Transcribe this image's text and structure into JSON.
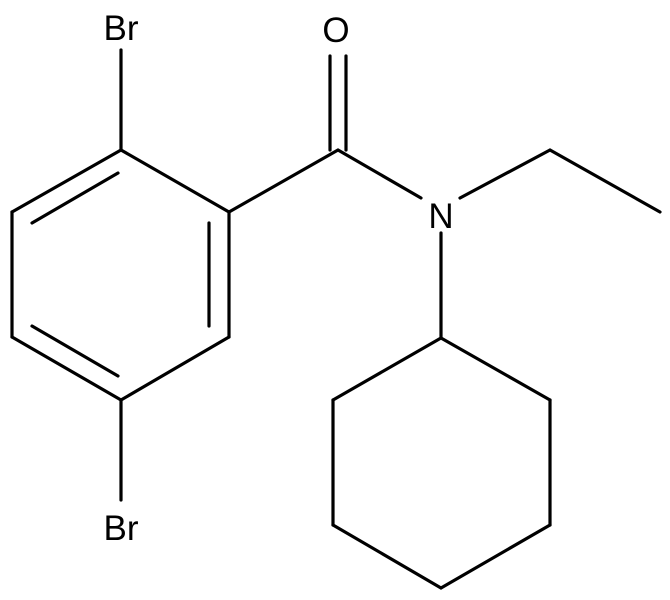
{
  "molecule": {
    "atoms": {
      "br_top": "Br",
      "br_bottom": "Br",
      "oxygen": "O",
      "nitrogen": "N"
    }
  },
  "colors": {
    "bond": "#000000",
    "text": "#000000",
    "background": "#ffffff"
  }
}
